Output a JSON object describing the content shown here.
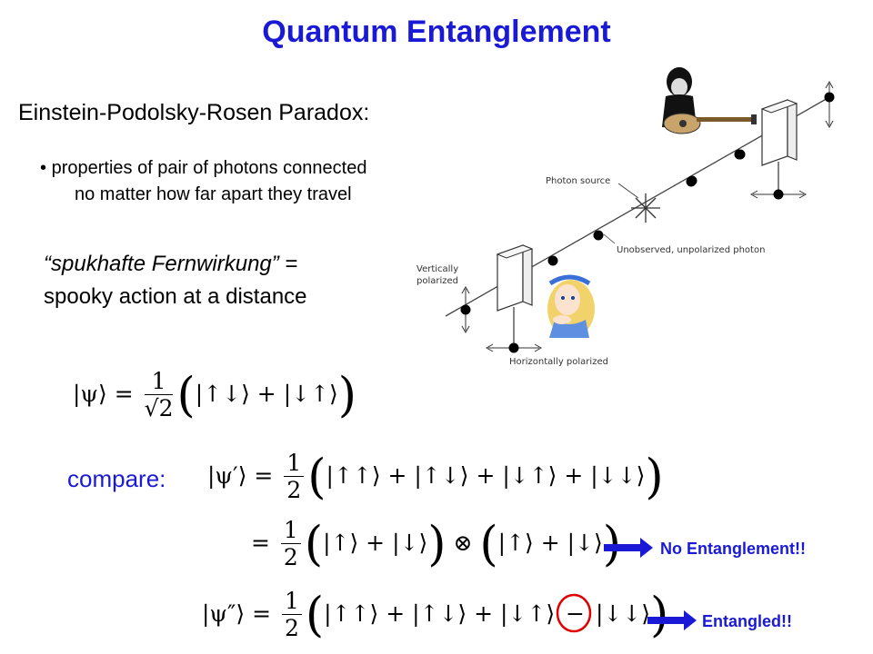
{
  "slide": {
    "title": "Quantum Entanglement",
    "subtitle": "Einstein-Podolsky-Rosen  Paradox:",
    "bullet": {
      "marker": "•",
      "line1": "properties of pair of photons connected",
      "line2": "no matter how far apart they travel"
    },
    "quote": {
      "line1_italic": "“spukhafte Fernwirkung”",
      "line1_rest": " =",
      "line2": "spooky action at a distance"
    },
    "compare_label": "compare:",
    "arrow_labels": {
      "no_entanglement": "No Entanglement!!",
      "entangled": "Entangled!!"
    }
  },
  "diagram": {
    "labels": {
      "photon_source": "Photon source",
      "unobserved": "Unobserved, unpolarized photon",
      "vertically": "Vertically",
      "polarized": "polarized",
      "horizontally": "Horizontally polarized"
    }
  },
  "equations": {
    "psi_lhs": "|ψ⟩ =",
    "half_num": "1",
    "sqrt_den": "√2",
    "psi_terms": "|↑↓⟩ + |↓↑⟩",
    "psi_prime_lhs": "|ψ′⟩ =",
    "two_den": "2",
    "psi_prime_terms": "|↑↑⟩ + |↑↓⟩ + |↓↑⟩ + |↓↓⟩",
    "product_lhs": "=",
    "product_left": "|↑⟩ + |↓⟩",
    "otimes": "⊗",
    "product_right": "|↑⟩ + |↓⟩",
    "psi_dprime_lhs": "|ψ″⟩ =",
    "psi_dprime_terms_a": "|↑↑⟩ + |↑↓⟩ + |↓↑⟩",
    "psi_dprime_minus": "−",
    "psi_dprime_terms_b": "|↓↓⟩"
  },
  "colors": {
    "accent_blue": "#1a1ad6",
    "circle_red": "#e00000"
  }
}
